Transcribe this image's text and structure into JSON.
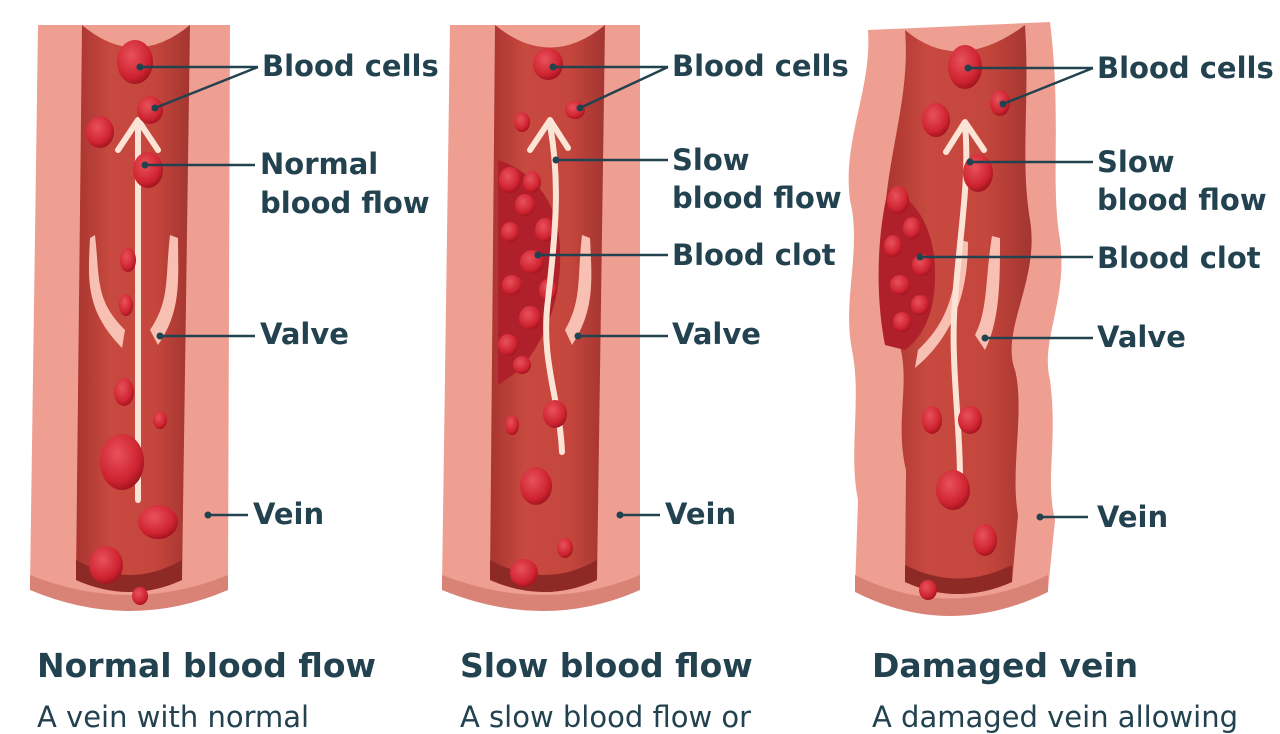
{
  "colors": {
    "vein_wall": "#ef9f92",
    "vein_wall_dark": "#d97d72",
    "lumen": "#c2463c",
    "lumen_dark": "#9e2f2a",
    "cell": "#d42a35",
    "cell_dark": "#a5121e",
    "arrow": "#fbe3d6",
    "text": "#23424f"
  },
  "panels": [
    {
      "title": "Normal blood flow",
      "description": "A vein with normal",
      "labels": {
        "cells": "Blood cells",
        "flow_line1": "Normal",
        "flow_line2": "blood flow",
        "valve": "Valve",
        "vein": "Vein"
      }
    },
    {
      "title": "Slow blood flow",
      "description": "A slow blood flow or",
      "labels": {
        "cells": "Blood cells",
        "flow_line1": "Slow",
        "flow_line2": "blood flow",
        "clot": "Blood clot",
        "valve": "Valve",
        "vein": "Vein"
      }
    },
    {
      "title": "Damaged vein",
      "description": "A damaged vein allowing",
      "labels": {
        "cells": "Blood cells",
        "flow_line1": "Slow",
        "flow_line2": "blood flow",
        "clot": "Blood clot",
        "valve": "Valve",
        "vein": "Vein"
      }
    }
  ]
}
